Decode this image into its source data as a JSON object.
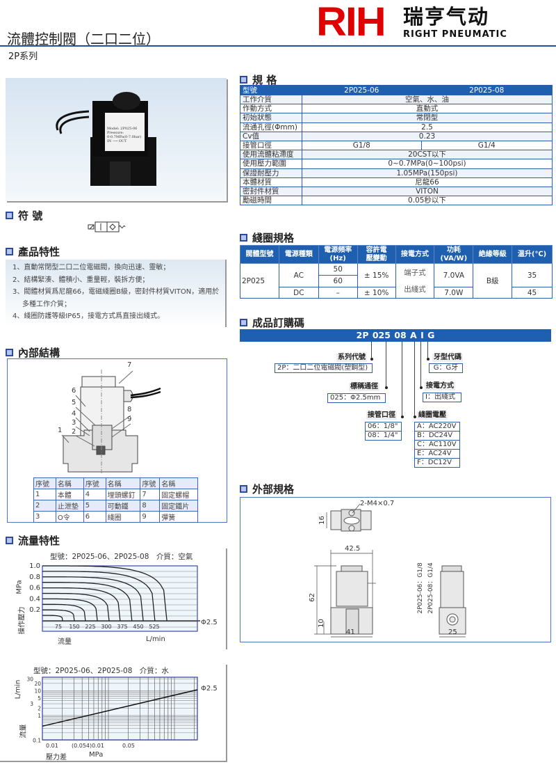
{
  "header": {
    "title": "流體控制閥（二口二位）",
    "series": "2P系列",
    "brand_mark": "RIH",
    "brand_cn": "瑞亨气动",
    "brand_en": "RIGHT PNEUMATIC",
    "brand_color": "#e00000",
    "rule_color": "#1f4fa0"
  },
  "sections": {
    "symbol": "符 號",
    "features": "產品特性",
    "structure": "內部結構",
    "flow": "流量特性",
    "spec": "規 格",
    "coil": "綫圈規格",
    "order": "成品訂購碼",
    "dims": "外部規格"
  },
  "photo": {
    "label_lines": [
      "Model: 2P025-06",
      "Pressure:",
      "0-0.7MPa(0-7.0bar)",
      "IN ⟶ OUT"
    ]
  },
  "features": [
    "1、直動常閉型二口二位電磁閥，換向迅速、靈敏；",
    "2、結構緊湊、體積小、重量輕，裝拆方便；",
    "3、閥體材質爲尼龍66，電磁綫圈B級，密封件材質VITON，適用於多種工作介質；",
    "4、綫圈防護等級IP65，接電方式爲直接出綫式。"
  ],
  "structure": {
    "callouts": [
      "1",
      "2",
      "3",
      "4",
      "5",
      "6",
      "7",
      "8",
      "9"
    ],
    "parts_header": [
      "序號",
      "名稱",
      "序號",
      "名稱",
      "序號",
      "名稱"
    ],
    "parts": [
      [
        "1",
        "本體",
        "4",
        "埋頭螺釘",
        "7",
        "固定螺帽"
      ],
      [
        "2",
        "止泄墊",
        "5",
        "可動鐵",
        "8",
        "固定鐵片"
      ],
      [
        "3",
        "O令",
        "6",
        "綫圈",
        "9",
        "彈簧"
      ]
    ]
  },
  "spec": {
    "header": [
      "型號",
      "2P025-06",
      "2P025-08"
    ],
    "rows": [
      [
        "工作介質",
        "空氣、水、油"
      ],
      [
        "作動方式",
        "直動式"
      ],
      [
        "初始狀態",
        "常閉型"
      ],
      [
        "流通孔徑(Φmm)",
        "2.5"
      ],
      [
        "Cv值",
        "0.23"
      ],
      [
        "接管口徑",
        "G1/8",
        "G1/4"
      ],
      [
        "使用流體粘滯度",
        "20CST以下"
      ],
      [
        "使用壓力範圍",
        "0~0.7MPa(0~100psi)"
      ],
      [
        "保證耐壓力",
        "1.05MPa(150psi)"
      ],
      [
        "本體材質",
        "尼龍66"
      ],
      [
        "密封件材質",
        "VITON"
      ],
      [
        "勵磁時間",
        "0.05秒以下"
      ]
    ]
  },
  "coil": {
    "header": [
      "閥體型號",
      "電源種類",
      "電源頻率\n(Hz)",
      "容許電\n壓變動",
      "接電方式",
      "功耗\n(VA/W)",
      "絶緣等級",
      "温升(℃)"
    ],
    "model": "2P025",
    "ac": "AC",
    "dc": "DC",
    "hz50": "50",
    "hz60": "60",
    "dc_hz": "–",
    "ac_var": "± 15%",
    "dc_var": "± 10%",
    "conn1": "端子式",
    "conn2": "出綫式",
    "ac_power": "7.0VA",
    "dc_power": "7.0W",
    "insulation": "B級",
    "ac_temp": "35",
    "dc_temp": "45"
  },
  "order": {
    "code": "2P 025 08 A I G",
    "series": {
      "label": "系列代號",
      "values": [
        "2P：二口二位電磁閥(塑鋼型)"
      ]
    },
    "bore": {
      "label": "標稱通徑",
      "values": [
        "025：Φ2.5mm"
      ]
    },
    "port": {
      "label": "接管口徑",
      "values": [
        "06：1/8\"",
        "08：1/4\""
      ]
    },
    "voltage": {
      "label": "綫圈電壓",
      "values": [
        "A：AC220V",
        "B：DC24V",
        "C：AC110V",
        "E：AC24V",
        "F：DC12V"
      ]
    },
    "connection": {
      "label": "接電方式",
      "values": [
        "I：出綫式"
      ]
    },
    "thread": {
      "label": "牙型代碼",
      "values": [
        "G：G牙"
      ]
    }
  },
  "dims": {
    "screw": "2-M4×0.7",
    "d16": "16",
    "d42": "42.5",
    "d62": "62",
    "d10": "10",
    "d41": "41",
    "d25": "25",
    "port1": "2P025-06：G1/8",
    "port2": "2P025-08：G1/4"
  },
  "chart_data": [
    {
      "type": "line",
      "title": "型號：2P025-06、2P025-08　介質：空氣",
      "xlabel": "流量",
      "xunit": "L/min",
      "ylabel": "操作壓力",
      "yunit": "MPa",
      "xticks": [
        75,
        150,
        225,
        300,
        375,
        450,
        525
      ],
      "yticks": [
        0.2,
        0.4,
        0.6,
        0.8,
        1.0
      ],
      "ylim": [
        0,
        1.0
      ],
      "grid": true,
      "series_label": "Φ2.5",
      "curves": [
        {
          "pressure": 0.1,
          "max_flow": 95
        },
        {
          "pressure": 0.2,
          "max_flow": 150
        },
        {
          "pressure": 0.3,
          "max_flow": 202
        },
        {
          "pressure": 0.4,
          "max_flow": 258
        },
        {
          "pressure": 0.5,
          "max_flow": 313
        },
        {
          "pressure": 0.6,
          "max_flow": 365
        },
        {
          "pressure": 0.7,
          "max_flow": 420
        },
        {
          "pressure": 0.8,
          "max_flow": 473
        },
        {
          "pressure": 0.9,
          "max_flow": 528
        },
        {
          "pressure": 1.0,
          "max_flow": 584
        }
      ]
    },
    {
      "type": "line",
      "title": "型號：2P025-06、2P025-08　介質：水",
      "xlabel": "壓力差",
      "xunit": "MPa",
      "ylabel": "流量",
      "yunit": "L/min",
      "yscale": "log",
      "yticks": [
        0.1,
        1,
        2,
        3,
        5,
        10,
        20,
        30
      ],
      "xtick_labels": [
        "0.01",
        "(0.054)0.01",
        "0.05"
      ],
      "grid": true,
      "series_label": "Φ2.5",
      "line": {
        "flow_start": 0.37,
        "flow_end": 11
      }
    }
  ]
}
